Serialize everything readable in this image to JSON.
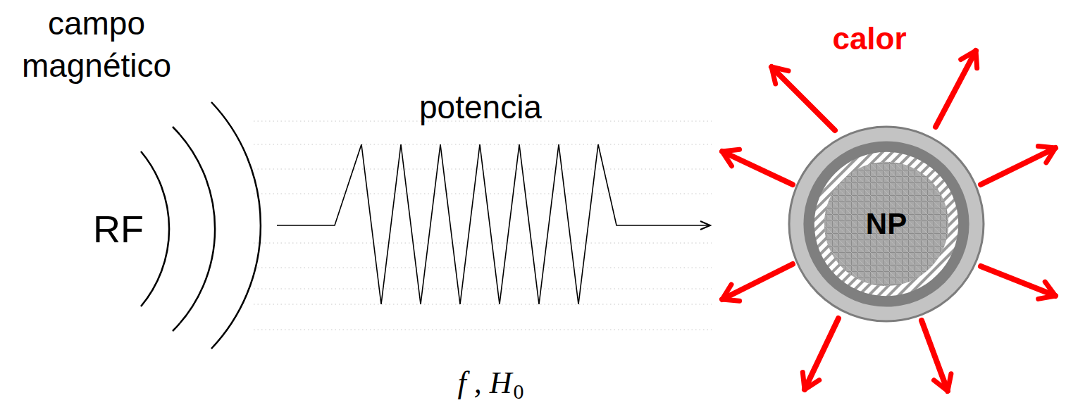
{
  "diagram": {
    "nodes": [
      {
        "text": [
          "NP"
        ]
      }
    ],
    "labels": [
      "campo magnético",
      "RF",
      "potencia",
      "f , H",
      "0",
      "calor"
    ]
  }
}
